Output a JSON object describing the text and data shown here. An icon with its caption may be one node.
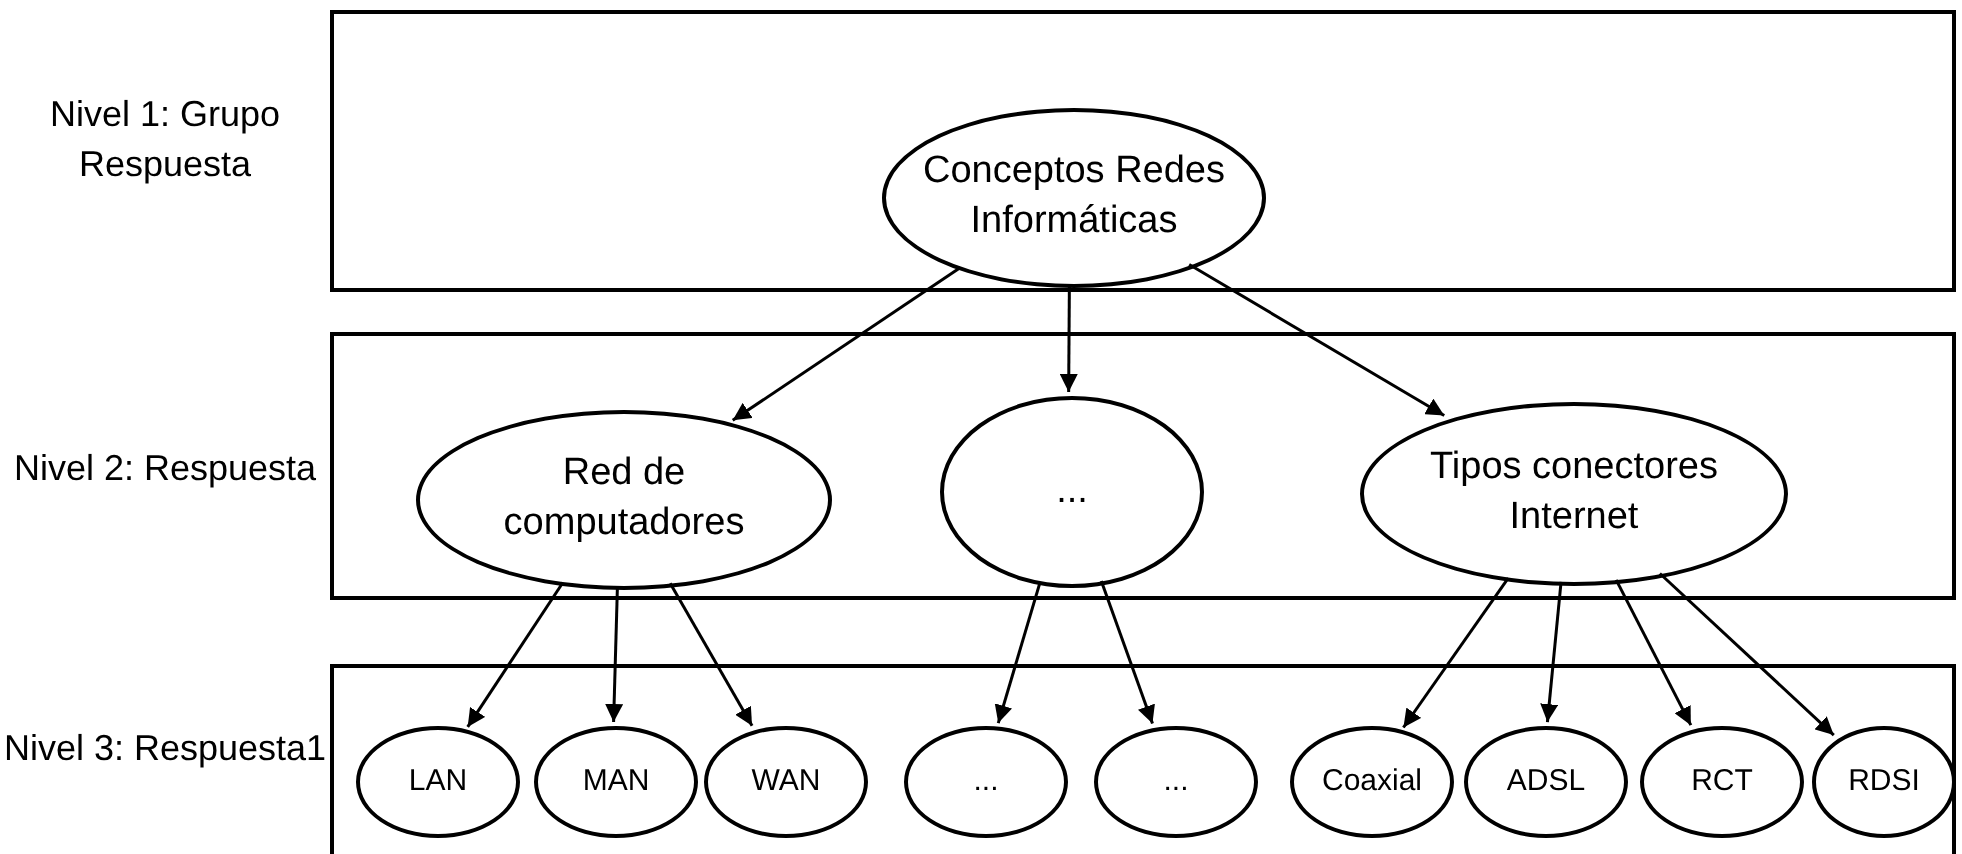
{
  "diagram": {
    "nodes": [
      {
        "text": [],
        "shape": "box"
      },
      {
        "text": [
          "Conceptos Redes Informáticas"
        ],
        "in": 0
      },
      {
        "text": [],
        "shape": "box"
      },
      {
        "text": [
          "Red de computadores"
        ],
        "in": 2
      },
      {
        "text": [
          "..."
        ],
        "in": 2
      },
      {
        "text": [
          "Tipos conectores Internet"
        ],
        "in": 2
      },
      {
        "text": [],
        "shape": "box"
      },
      {
        "text": [
          "LAN"
        ],
        "in": 6
      },
      {
        "text": [
          "MAN"
        ],
        "in": 6
      },
      {
        "text": [
          "WAN"
        ],
        "in": 6
      },
      {
        "text": [
          "..."
        ],
        "in": 6
      },
      {
        "text": [
          "..."
        ],
        "in": 6
      },
      {
        "text": [
          "Coaxial"
        ],
        "in": 6
      },
      {
        "text": [
          "ADSL"
        ],
        "in": 6
      },
      {
        "text": [
          "RCT"
        ],
        "in": 6
      },
      {
        "text": [
          "RDSI"
        ],
        "in": 6
      }
    ],
    "edges": [
      {
        "from": 1,
        "to": 3,
        "arrow": "to"
      },
      {
        "from": 1,
        "to": 4,
        "arrow": "to"
      },
      {
        "from": 1,
        "to": 5,
        "arrow": "to"
      },
      {
        "from": 3,
        "to": 7,
        "arrow": "to"
      },
      {
        "from": 3,
        "to": 8,
        "arrow": "to"
      },
      {
        "from": 3,
        "to": 9,
        "arrow": "to"
      },
      {
        "from": 4,
        "to": 10,
        "arrow": "to"
      },
      {
        "from": 4,
        "to": 11,
        "arrow": "to"
      },
      {
        "from": 5,
        "to": 12,
        "arrow": "to"
      },
      {
        "from": 5,
        "to": 13,
        "arrow": "to"
      },
      {
        "from": 5,
        "to": 14,
        "arrow": "to"
      },
      {
        "from": 5,
        "to": 15,
        "arrow": "to"
      }
    ],
    "labels": [
      "Nivel 1: Grupo Respuesta",
      "Nivel 2: Respuesta",
      "Nivel 3: Respuesta1"
    ]
  }
}
